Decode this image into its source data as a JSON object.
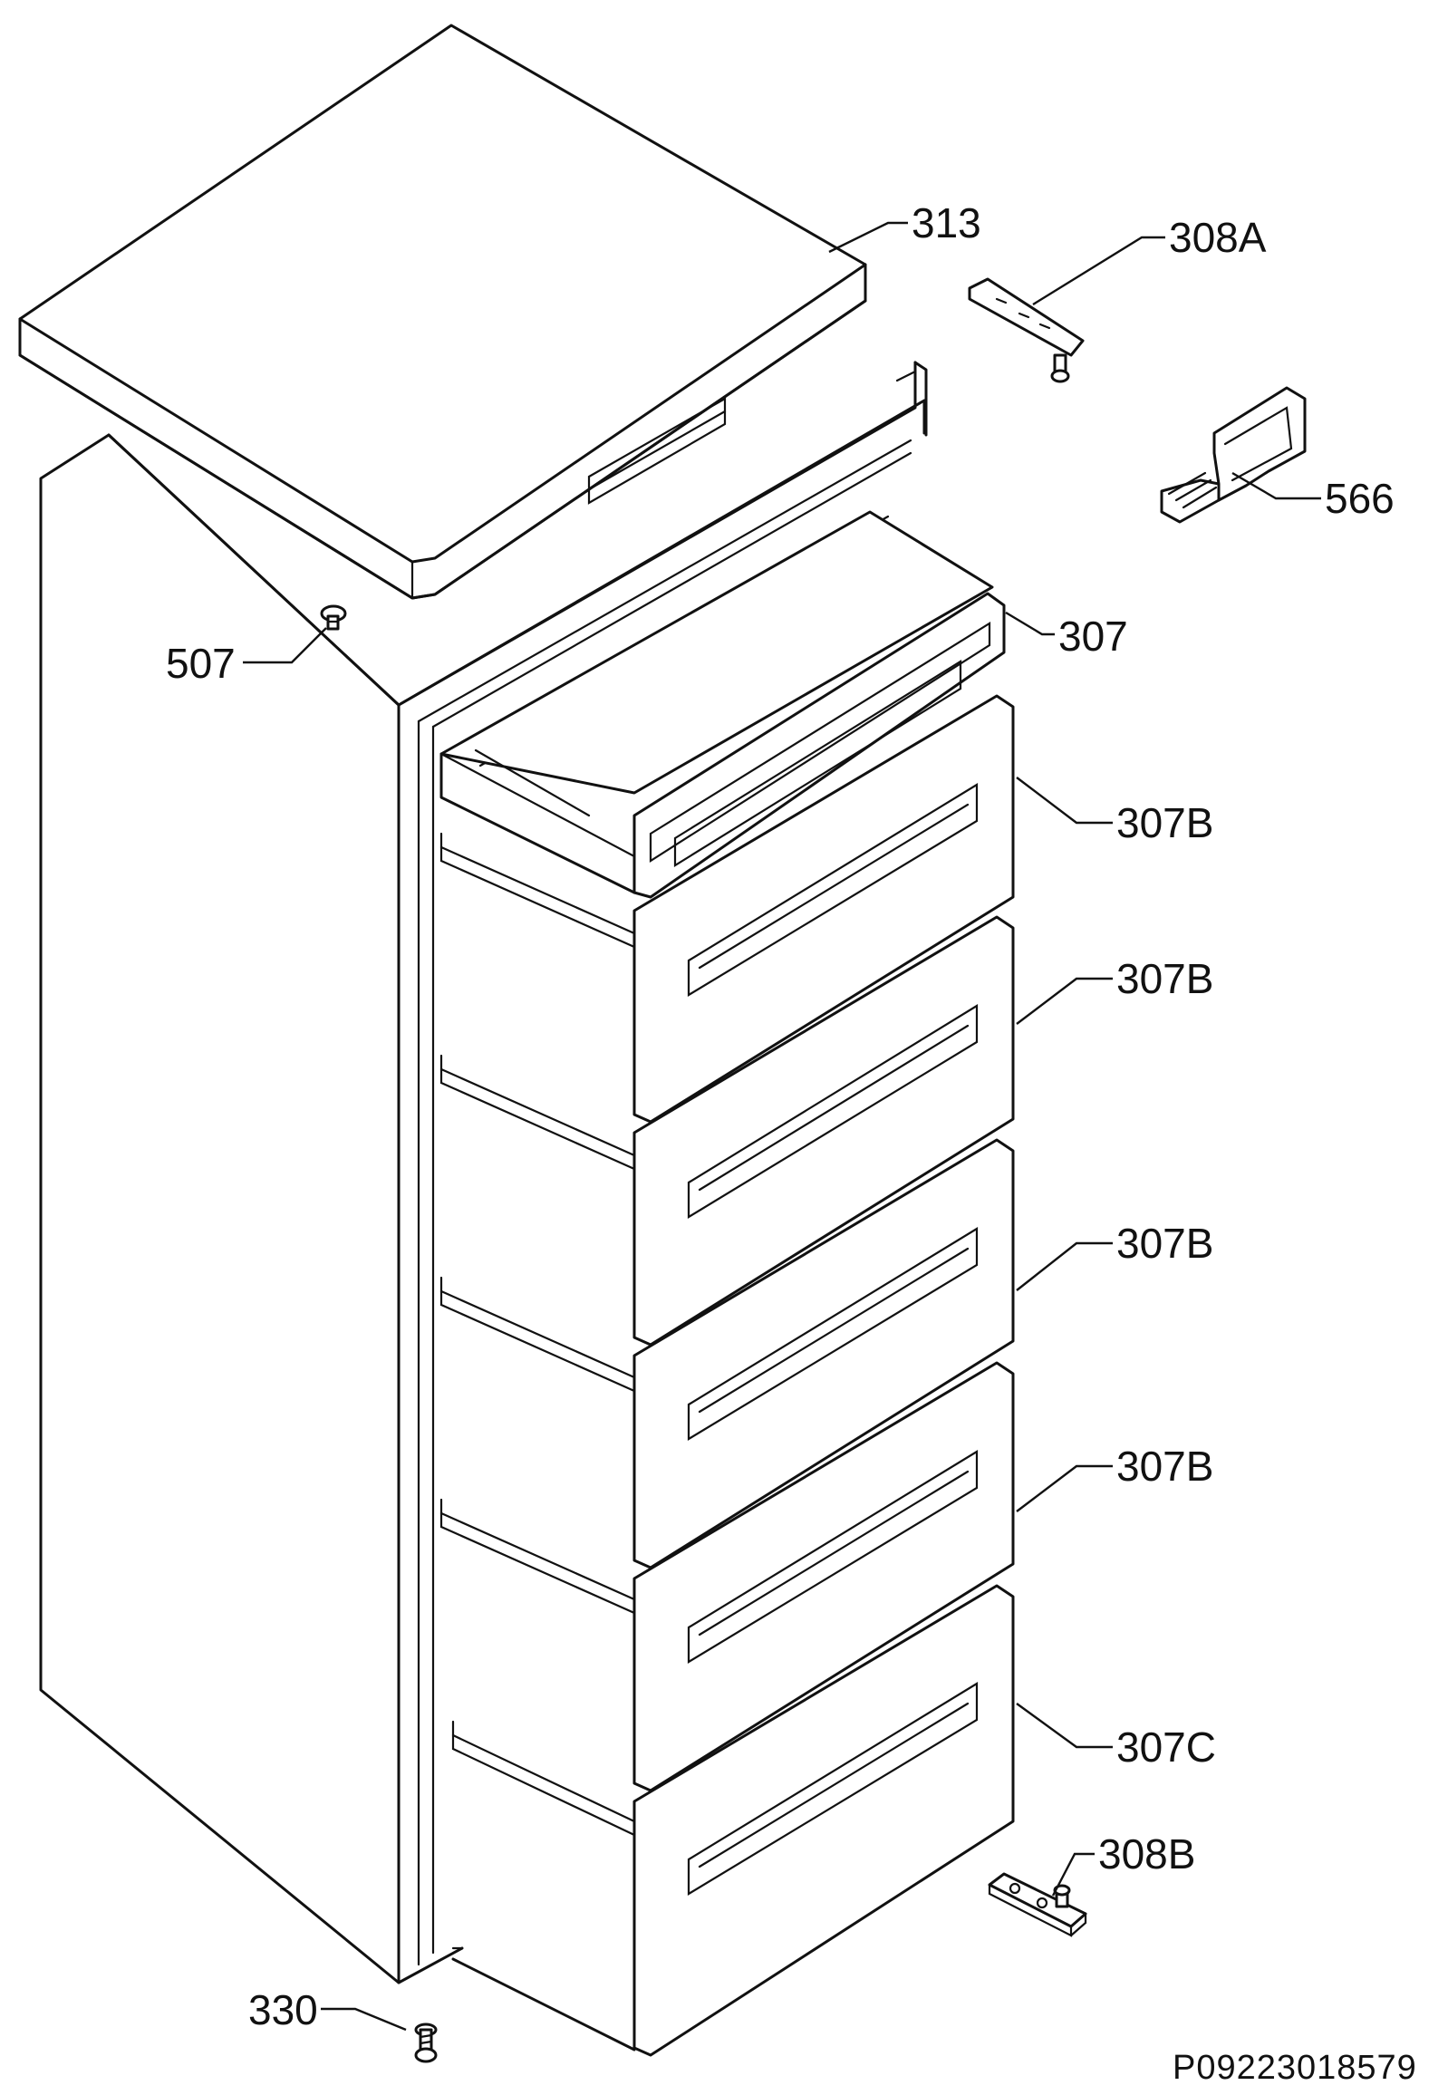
{
  "labels": {
    "p313": "313",
    "p308A": "308A",
    "p566": "566",
    "p307": "307",
    "p307B_1": "307B",
    "p307B_2": "307B",
    "p307B_3": "307B",
    "p307B_4": "307B",
    "p307C": "307C",
    "p308B": "308B",
    "p507": "507",
    "p330": "330"
  },
  "drawing_code": "P09223018579"
}
